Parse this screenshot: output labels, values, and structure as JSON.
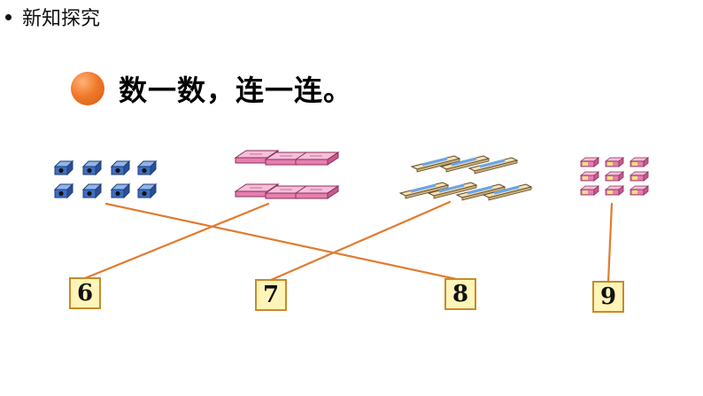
{
  "header": {
    "title": "新知探究"
  },
  "instruction": {
    "text": "数一数，连一连。"
  },
  "groups": [
    {
      "name": "sharpeners",
      "count": 8
    },
    {
      "name": "erasers",
      "count": 6
    },
    {
      "name": "rulers",
      "count": 7
    },
    {
      "name": "small-erasers",
      "count": 9
    }
  ],
  "numbers": [
    "6",
    "7",
    "8",
    "9"
  ],
  "colors": {
    "line": "#e07b2f",
    "box_fill": "#fff5b8",
    "box_border": "#c98a2b",
    "accent": "#f07a2a"
  }
}
